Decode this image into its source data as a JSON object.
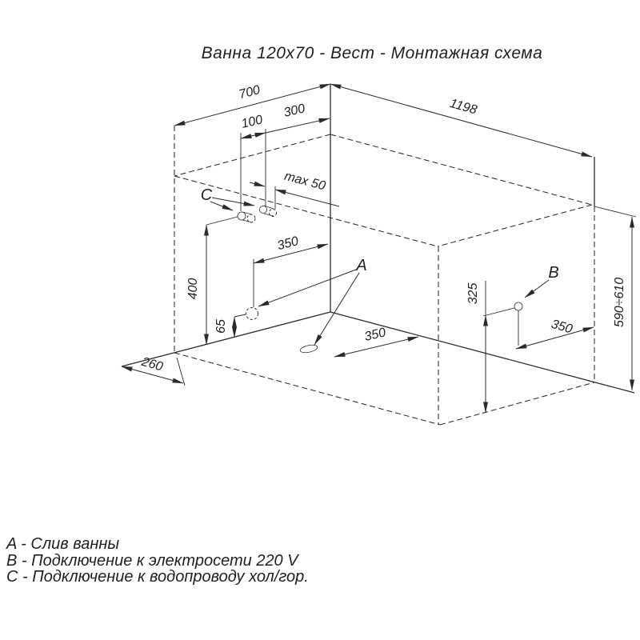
{
  "title": "Ванна 120x70 - Вест - Монтажная схема",
  "drawing": {
    "type": "isometric installation scheme of bathtub in room corner",
    "dims": {
      "d700": "700",
      "d1198": "1198",
      "d100": "100",
      "d300": "300",
      "dmax50": "max  50",
      "d400": "400",
      "d350_wall": "350",
      "d65": "65",
      "d260": "260",
      "d350_floor": "350",
      "d325": "325",
      "d350_right": "350",
      "d590": "590÷610"
    },
    "points": {
      "a": "A",
      "b": "B",
      "c": "C"
    }
  },
  "legend": {
    "line_a": "A - Слив ванны",
    "line_b": "B - Подключение к электросети 220 V",
    "line_c": "C - Подключение к водопроводу хол/гор."
  },
  "colors": {
    "line": "#2b2b2b",
    "background": "#ffffff"
  }
}
